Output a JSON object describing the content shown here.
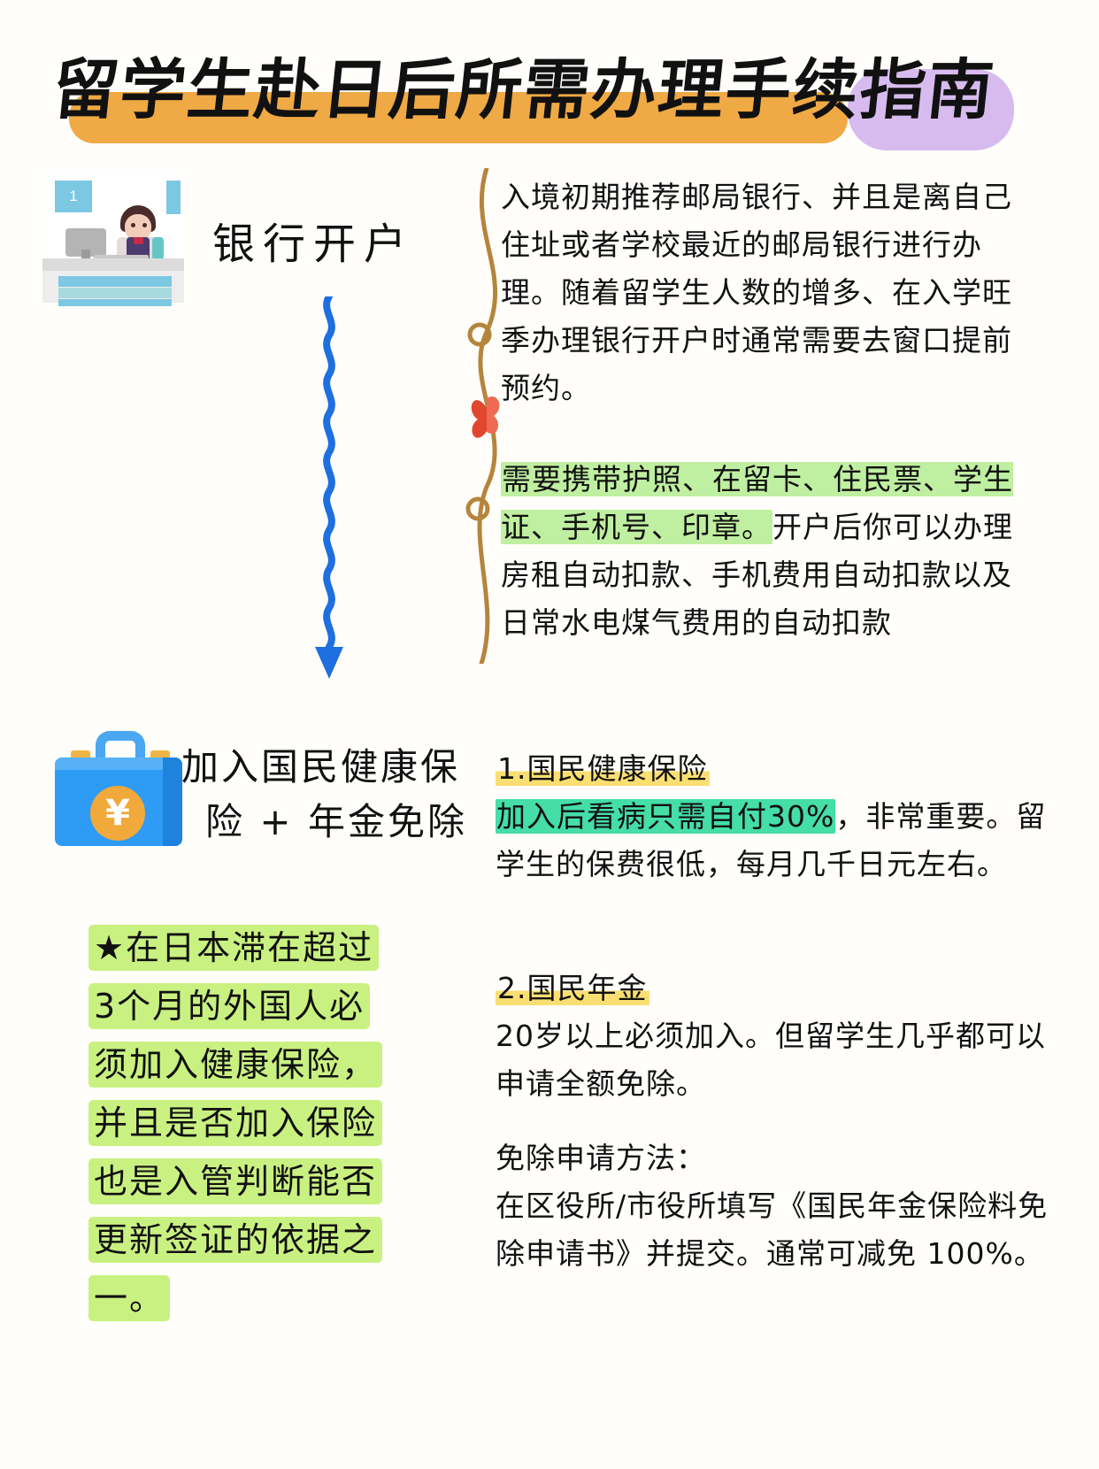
{
  "title": {
    "main": "留学生赴日后所需办理手续",
    "chip": "指南",
    "bar_color": "#EFA945",
    "chip_color": "#D7BBEE"
  },
  "section_bank": {
    "illustration_name": "bank-teller-counter",
    "counter_number": "1",
    "heading": "银行开户",
    "paragraph_1": "入境初期推荐邮局银行、并且是离自己住址或者学校最近的邮局银行进行办理。随着留学生人数的增多、在入学旺季办理银行开户时通常需要去窗口提前预约。",
    "paragraph_2_highlight": "需要携带护照、在留卡、住民票、学生证、手机号、印章。",
    "paragraph_2_rest": "开户后你可以办理房租自动扣款、手机费用自动扣款以及日常水电煤气费用的自动扣款",
    "highlight_color": "#BFEFA0",
    "arrow_color": "#1E6FE0",
    "line_color": "#B5853C",
    "ribbon_color": "#E0472E"
  },
  "section_insurance": {
    "icon_name": "briefcase-yen-icon",
    "coin_symbol": "¥",
    "heading_line1": "加入国民健康保",
    "heading_line2": "险 + 年金免除",
    "callout_lines": [
      "★在日本滞在超过",
      "3个月的外国人必",
      "须加入健康保险，",
      "并且是否加入保险",
      "也是入管判断能否",
      "更新签证的依据之",
      "一。"
    ],
    "callout_color": "#C9F181",
    "item1_title": "1.国民健康保险",
    "item1_highlight": "加入后看病只需自付30%",
    "item1_rest": "，非常重要。留学生的保费很低，每月几千日元左右。",
    "item1_title_hl_color": "#F9DF72",
    "item1_hl_color": "#45DDA8",
    "item2_title": "2.国民年金",
    "item2_body": "20岁以上必须加入。但留学生几乎都可以申请全额免除。",
    "item3_title": "免除申请方法：",
    "item3_body": "在区役所/市役所填写《国民年金保险料免除申请书》并提交。通常可减免 100%。"
  }
}
